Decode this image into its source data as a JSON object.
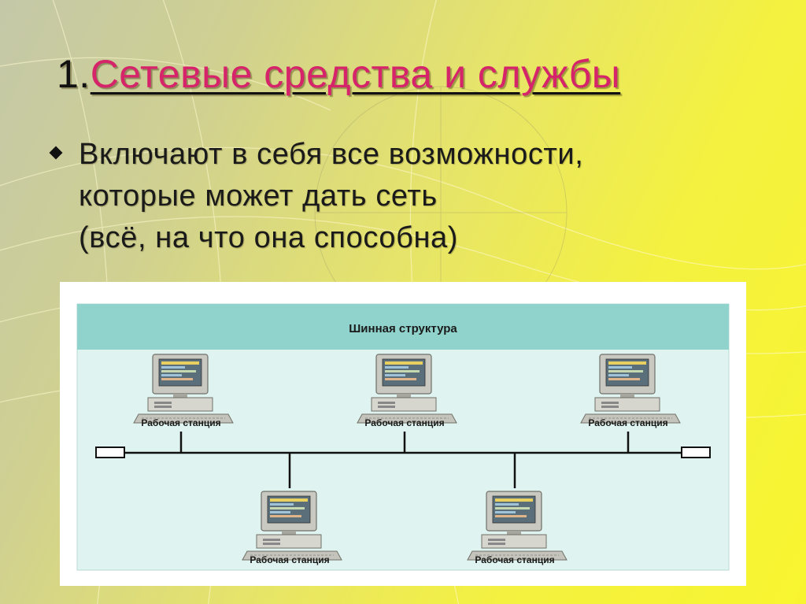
{
  "slide": {
    "title_number": "1.",
    "title_text": "Сетевые средства и службы",
    "bullet_lines": [
      "Включают в себя все возможности,",
      "которые может дать сеть",
      "(всё, на что она способна)"
    ]
  },
  "diagram": {
    "header": "Шинная структура",
    "workstations": [
      {
        "label": "Рабочая станция"
      },
      {
        "label": "Рабочая станция"
      },
      {
        "label": "Рабочая станция"
      },
      {
        "label": "Рабочая станция"
      },
      {
        "label": "Рабочая станция"
      }
    ]
  },
  "colors": {
    "title_text": "#d6246a",
    "diagram_header": "#8fd3cc",
    "diagram_body": "#dff4f0",
    "diagram_frame": "#ffffff"
  }
}
